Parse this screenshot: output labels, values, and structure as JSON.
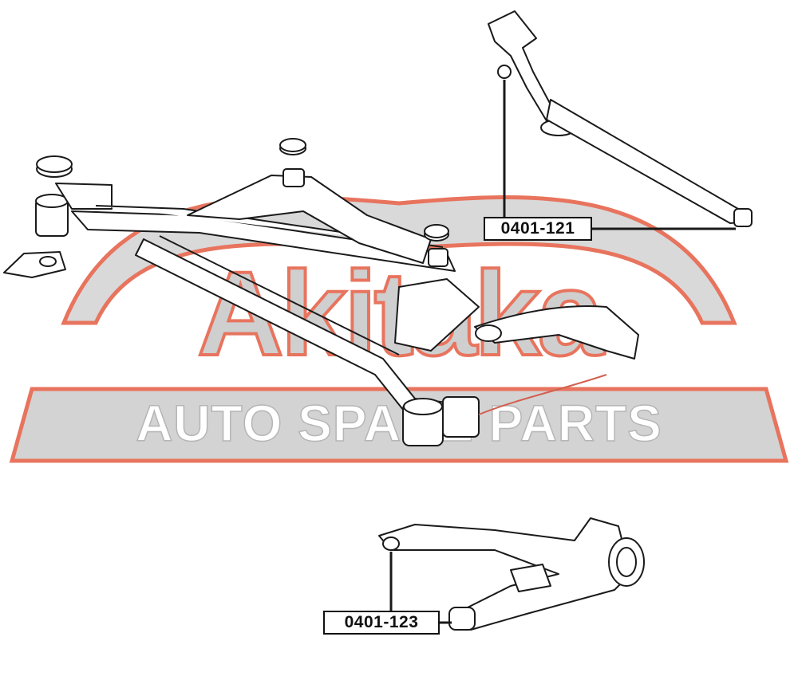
{
  "watermark": {
    "logo_text": "Akitaka",
    "tagline": "AUTO SPARE PARTS",
    "colors": {
      "outline": "#e8745e",
      "fill": "#d2d2d2"
    }
  },
  "callouts": {
    "upper_arm": {
      "part_number": "0401-121"
    },
    "lower_arm": {
      "part_number": "0401-123"
    }
  },
  "colors": {
    "line": "#1a1a1a",
    "accent": "#e8745e"
  }
}
